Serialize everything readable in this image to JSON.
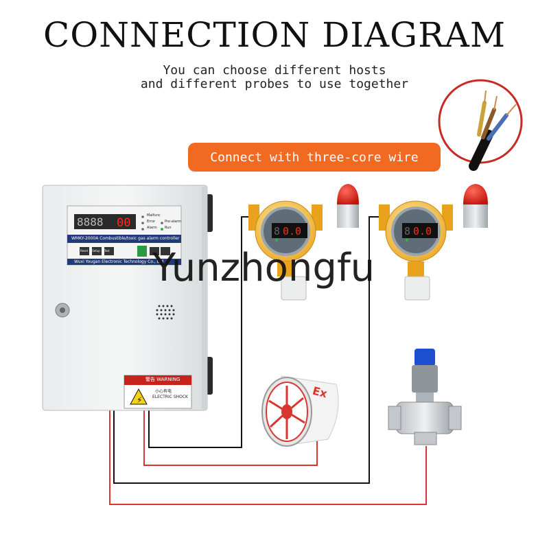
{
  "title": "CONNECTION DIAGRAM",
  "subtitle_line1": "You can choose different hosts",
  "subtitle_line2": "and different probes to use together",
  "wire_label": "Connect with three-core wire",
  "watermark": "Yunzhongfu",
  "controller": {
    "model_text": "WMKY-2000A Combustible/toxic gas alarm controller",
    "maker_text": "Wuxi Yougan Electronic Technology Co., Ltd",
    "display_value": "00",
    "status_labels": [
      "Malfunc",
      "Error",
      "Alarm",
      "Pre-alarm",
      "Run"
    ],
    "buttons": [
      "Reset",
      "Setup",
      "Test"
    ],
    "warning_title": "警告 WARNING",
    "warning_cn": "小心有电",
    "warning_en": "ELECTRIC SHOCK"
  },
  "detectors": [
    {
      "display_value": "0.0"
    },
    {
      "display_value": "0.0"
    }
  ],
  "fan_badge": "Ex",
  "colors": {
    "accent": "#f26a22",
    "wire_red": "#d9362f",
    "wire_black": "#111111"
  }
}
